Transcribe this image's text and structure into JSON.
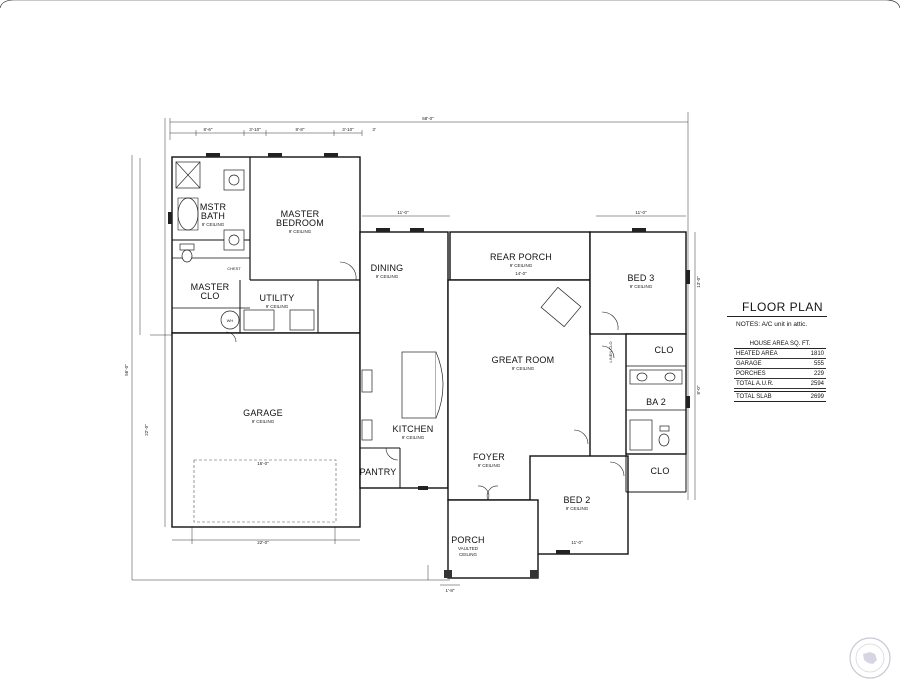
{
  "legend": {
    "title": "FLOOR PLAN",
    "notes": "NOTES: A/C unit in attic.",
    "table_header": "HOUSE AREA SQ. FT.",
    "rows": [
      {
        "label": "HEATED AREA",
        "value": "1810"
      },
      {
        "label": "GARAGE",
        "value": "555"
      },
      {
        "label": "PORCHES",
        "value": "229"
      },
      {
        "label": "TOTAL A.U.R.",
        "value": "2594"
      }
    ],
    "total": {
      "label": "TOTAL SLAB",
      "value": "2699"
    }
  },
  "rooms": {
    "mstr_bath": {
      "name_1": "MSTR",
      "name_2": "BATH",
      "ceiling": "9' CEILING"
    },
    "master_bedroom": {
      "name_1": "MASTER",
      "name_2": "BEDROOM",
      "ceiling": "9' CEILING"
    },
    "master_clo": {
      "name_1": "MASTER",
      "name_2": "CLO"
    },
    "utility": {
      "name": "UTILITY",
      "ceiling": "9' CEILING"
    },
    "dining": {
      "name": "DINING",
      "ceiling": "9' CEILING"
    },
    "rear_porch": {
      "name": "REAR PORCH",
      "ceiling": "9' CEILING"
    },
    "bed_3": {
      "name": "BED 3",
      "ceiling": "9' CEILING"
    },
    "great_room": {
      "name": "GREAT ROOM",
      "ceiling": "9' CEILING"
    },
    "garage": {
      "name": "GARAGE",
      "ceiling": "9' CEILING"
    },
    "kitchen": {
      "name": "KITCHEN",
      "ceiling": "9' CEILING"
    },
    "pantry": {
      "name": "PANTRY"
    },
    "foyer": {
      "name": "FOYER",
      "ceiling": "9' CEILING"
    },
    "bed_2": {
      "name": "BED 2",
      "ceiling": "9' CEILING"
    },
    "porch": {
      "name": "PORCH",
      "ceiling_1": "VAULTED",
      "ceiling_2": "CEILING"
    },
    "ba_2": {
      "name": "BA 2"
    },
    "clo_upper": {
      "name": "CLO"
    },
    "clo_lower": {
      "name": "CLO"
    },
    "linen_clo": {
      "name": "LINEN CLO"
    },
    "chest": {
      "name": "CHEST"
    },
    "wh": {
      "name": "WH"
    }
  },
  "dimensions": {
    "overall_width": "68'-0\"",
    "overall_depth": "56'-0\"",
    "garage_width": "22'-0\"",
    "garage_door": "16'-0\"",
    "rear_porch_width": "14'-0\"",
    "dining_width": "11'-0\"",
    "bed3_width": "11'-0\"",
    "bed2_width": "11'-0\"",
    "top_1": "8'-6\"",
    "top_2": "3'-10\"",
    "top_3": "8'-8\"",
    "top_4": "3'-10\"",
    "top_5": "3'",
    "left_garage": "22'-0\"",
    "right_1": "13'-0\"",
    "right_2": "8'-0\"",
    "porch_offset": "1'-8\""
  }
}
